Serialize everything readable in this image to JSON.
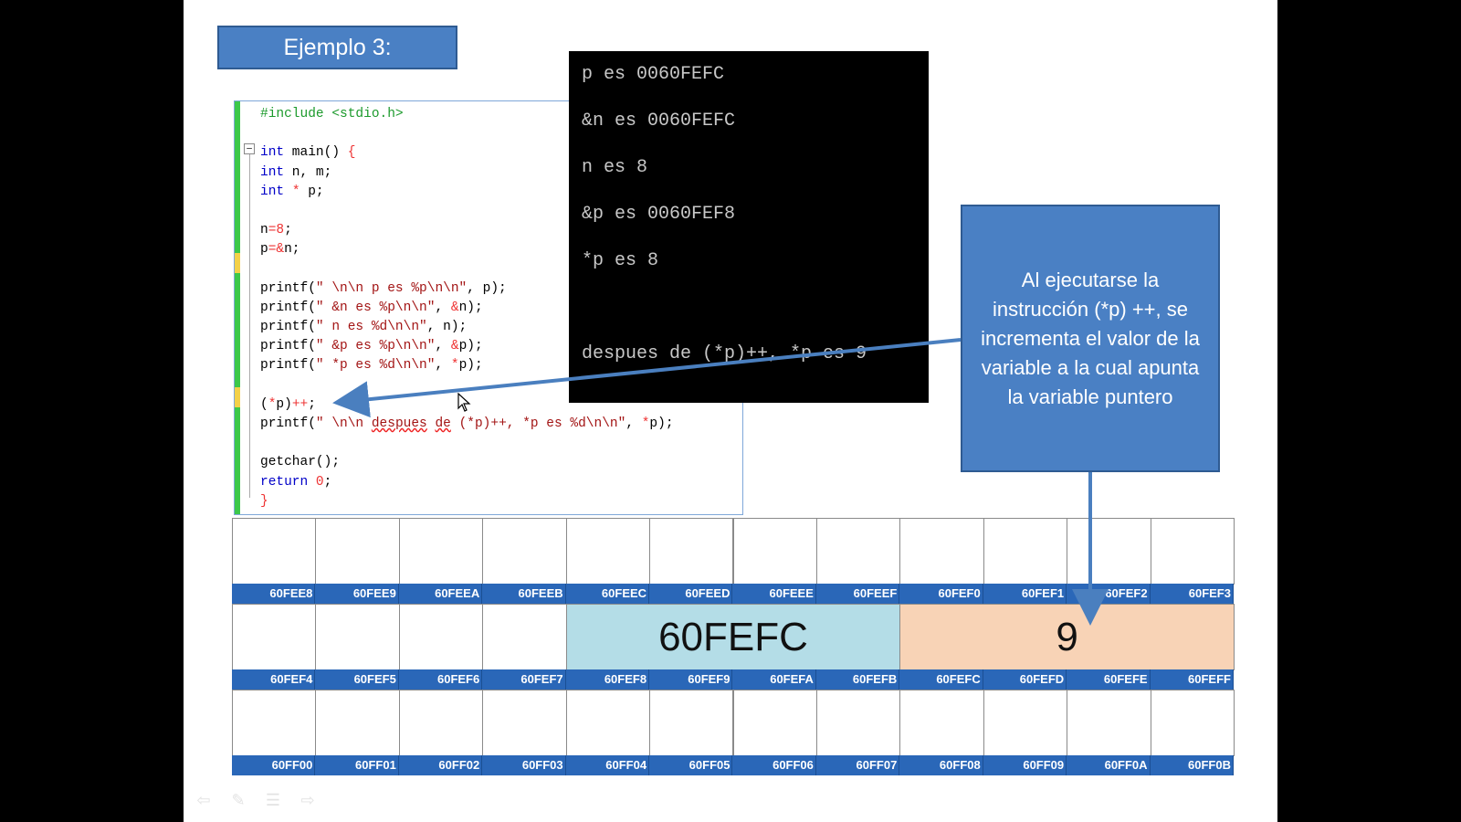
{
  "slide": {
    "title": "Ejemplo 3:",
    "callout_text": "Al ejecutarse la instrucción (*p) ++, se incrementa el valor de la variable a la cual apunta la variable puntero"
  },
  "code": {
    "lines": [
      [
        {
          "t": "#include <stdio.h>",
          "c": "pp"
        }
      ],
      [],
      [
        {
          "t": "int",
          "c": "kw"
        },
        {
          "t": " main() "
        },
        {
          "t": "{",
          "c": "num"
        }
      ],
      [
        {
          "t": "int",
          "c": "kw"
        },
        {
          "t": " n, m;"
        }
      ],
      [
        {
          "t": "int",
          "c": "kw"
        },
        {
          "t": " "
        },
        {
          "t": "*",
          "c": "num"
        },
        {
          "t": " p;"
        }
      ],
      [],
      [
        {
          "t": "n"
        },
        {
          "t": "=8",
          "c": "num"
        },
        {
          "t": ";"
        }
      ],
      [
        {
          "t": "p"
        },
        {
          "t": "=&",
          "c": "num"
        },
        {
          "t": "n;"
        }
      ],
      [],
      [
        {
          "t": "printf("
        },
        {
          "t": "\" \\n\\n p es %p\\n\\n\"",
          "c": "str"
        },
        {
          "t": ", p);"
        }
      ],
      [
        {
          "t": "printf("
        },
        {
          "t": "\" &n es %p\\n\\n\"",
          "c": "str"
        },
        {
          "t": ", "
        },
        {
          "t": "&",
          "c": "num"
        },
        {
          "t": "n);"
        }
      ],
      [
        {
          "t": "printf("
        },
        {
          "t": "\" n es %d\\n\\n\"",
          "c": "str"
        },
        {
          "t": ", n);"
        }
      ],
      [
        {
          "t": "printf("
        },
        {
          "t": "\" &p es %p\\n\\n\"",
          "c": "str"
        },
        {
          "t": ", "
        },
        {
          "t": "&",
          "c": "num"
        },
        {
          "t": "p);"
        }
      ],
      [
        {
          "t": "printf("
        },
        {
          "t": "\" *p es %d\\n\\n\"",
          "c": "str"
        },
        {
          "t": ", "
        },
        {
          "t": "*",
          "c": "num"
        },
        {
          "t": "p);"
        }
      ],
      [],
      [
        {
          "t": "("
        },
        {
          "t": "*",
          "c": "num"
        },
        {
          "t": "p)"
        },
        {
          "t": "++",
          "c": "num"
        },
        {
          "t": ";"
        }
      ],
      [
        {
          "t": "printf("
        },
        {
          "t": "\" \\n\\n ",
          "c": "str"
        },
        {
          "t": "despues",
          "c": "str squig"
        },
        {
          "t": " ",
          "c": "str"
        },
        {
          "t": "de",
          "c": "str squig"
        },
        {
          "t": " (*p)++, *p es %d\\n\\n\"",
          "c": "str"
        },
        {
          "t": ", "
        },
        {
          "t": "*",
          "c": "num"
        },
        {
          "t": "p);"
        }
      ],
      [],
      [
        {
          "t": "getchar();"
        }
      ],
      [
        {
          "t": "return",
          "c": "kw"
        },
        {
          "t": " "
        },
        {
          "t": "0",
          "c": "num"
        },
        {
          "t": ";"
        }
      ],
      [
        {
          "t": "}",
          "c": "num"
        }
      ]
    ]
  },
  "console": {
    "lines": [
      "p es 0060FEFC",
      "&n es 0060FEFC",
      "n es 8",
      "&p es 0060FEF8",
      "*p es 8",
      "",
      "despues de (*p)++, *p es 9"
    ]
  },
  "memory": {
    "rows": [
      {
        "addresses": [
          "60FEE8",
          "60FEE9",
          "60FEEA",
          "60FEEB",
          "60FEEC",
          "60FEED",
          "60FEEE",
          "60FEEF",
          "60FEF0",
          "60FEF1",
          "60FEF2",
          "60FEF3"
        ],
        "values": []
      },
      {
        "addresses": [
          "60FEF4",
          "60FEF5",
          "60FEF6",
          "60FEF7",
          "60FEF8",
          "60FEF9",
          "60FEFA",
          "60FEFB",
          "60FEFC",
          "60FEFD",
          "60FEFE",
          "60FEFF"
        ],
        "values": [
          {
            "start": 4,
            "span": 4,
            "text": "60FEFC",
            "kind": "ptr"
          },
          {
            "start": 8,
            "span": 4,
            "text": "9",
            "kind": "val"
          }
        ]
      },
      {
        "addresses": [
          "60FF00",
          "60FF01",
          "60FF02",
          "60FF03",
          "60FF04",
          "60FF05",
          "60FF06",
          "60FF07",
          "60FF08",
          "60FF09",
          "60FF0A",
          "60FF0B"
        ],
        "values": []
      }
    ],
    "label_color": "#2a67b8",
    "pointer_fill": "#b4dde7",
    "value_fill": "#f8d3b6"
  },
  "colors": {
    "title_fill": "#4a80c4",
    "arrow": "#4a7fbf",
    "console_bg": "#000000"
  },
  "icons": [
    "back-arrow-icon",
    "pen-icon",
    "menu-icon",
    "forward-arrow-icon",
    "mouse-cursor-icon"
  ]
}
